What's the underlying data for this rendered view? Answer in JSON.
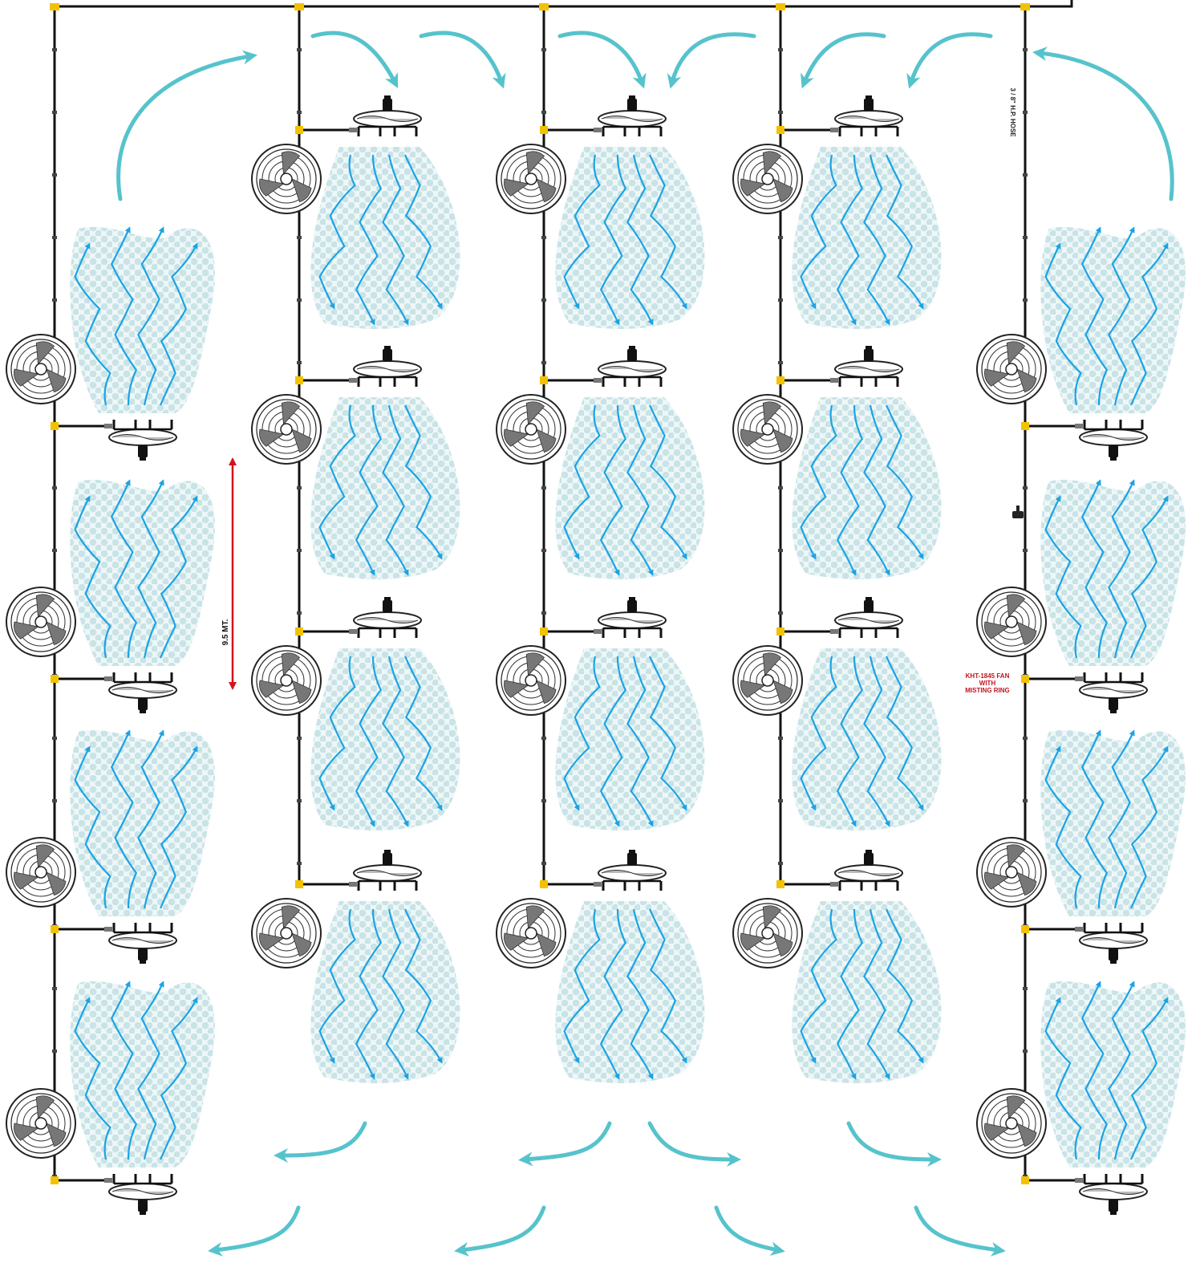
{
  "labels": {
    "spacing": "9.5 MT.",
    "hose": "3 / 8\"   H.P. HOSE",
    "fan_line1": "KHT-1845 FAN",
    "fan_line2": "WITH",
    "fan_line3": "MISTING RING"
  },
  "colors": {
    "pipe": "#111111",
    "fitting": "#f2c200",
    "mist": "#cfe6e8",
    "airflow": "#1aa3e6",
    "circulation": "#56c3cc",
    "dimension": "#d3131b",
    "fan_blade": "#777777"
  },
  "icons": [
    "wall-fan-icon",
    "misting-fan-icon",
    "airflow-arrow-icon",
    "circulation-arrow-icon",
    "valve-icon"
  ]
}
